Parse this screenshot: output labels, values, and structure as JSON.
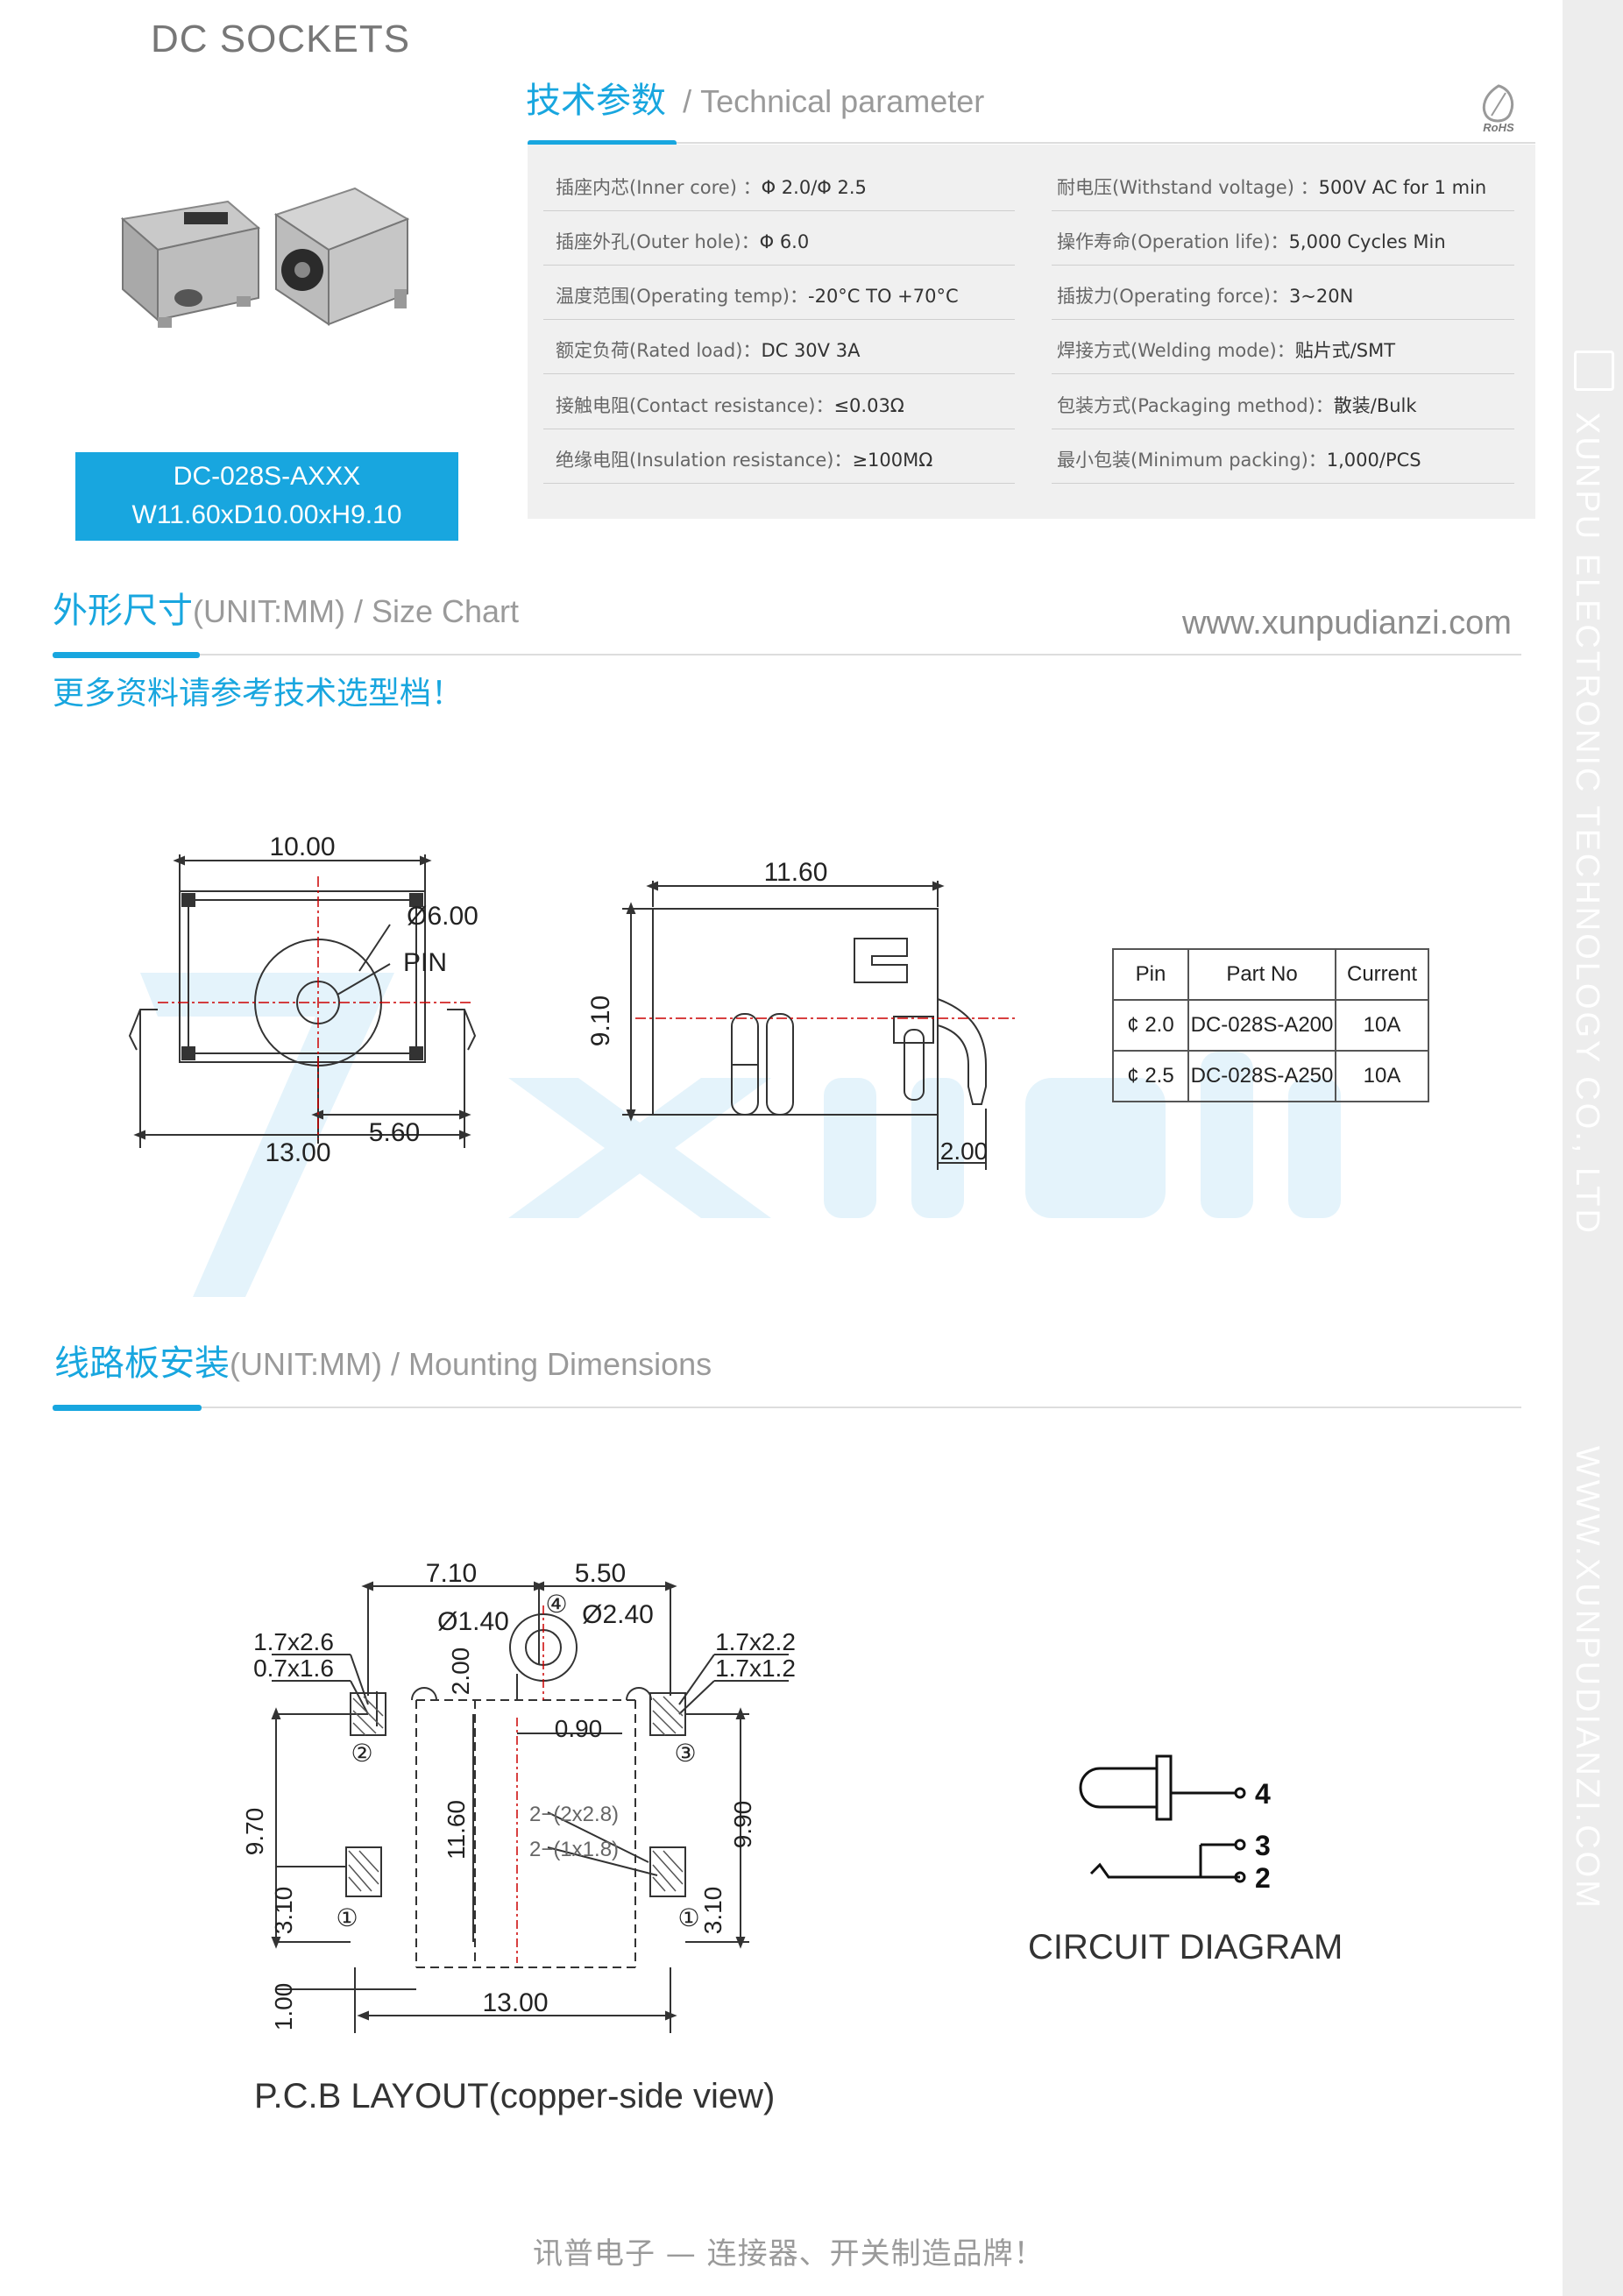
{
  "brand_title": "DC SOCKETS",
  "tech_section": {
    "cn": "技术参数",
    "en": "/ Technical parameter"
  },
  "rohs_label": "RoHS",
  "params_left": [
    {
      "label": "插座内芯(Inner core) ：",
      "value": "Φ 2.0/Φ 2.5"
    },
    {
      "label": "插座外孔(Outer hole)：",
      "value": "Φ 6.0"
    },
    {
      "label": "温度范围(Operating temp)：",
      "value": "-20°C TO +70°C"
    },
    {
      "label": "额定负荷(Rated load)：",
      "value": "DC 30V 3A"
    },
    {
      "label": "接触电阻(Contact resistance)：",
      "value": "≤0.03Ω"
    },
    {
      "label": "绝缘电阻(Insulation resistance)：",
      "value": "≥100MΩ"
    }
  ],
  "params_right": [
    {
      "label": "耐电压(Withstand voltage) ：",
      "value": "500V AC for 1 min"
    },
    {
      "label": "操作寿命(Operation life)：",
      "value": "5,000 Cycles Min"
    },
    {
      "label": "插拔力(Operating force)：",
      "value": "3~20N"
    },
    {
      "label": "焊接方式(Welding mode)：",
      "value": "贴片式/SMT"
    },
    {
      "label": "包装方式(Packaging method)：",
      "value": "散装/Bulk"
    },
    {
      "label": "最小包装(Minimum packing)：",
      "value": "1,000/PCS"
    }
  ],
  "model": {
    "name": "DC-028S-AXXX",
    "size": "W11.60xD10.00xH9.10"
  },
  "size_section": {
    "cn": "外形尺寸",
    "en": "(UNIT:MM) / Size Chart"
  },
  "website": "www.xunpudianzi.com",
  "note": "更多资料请参考技术选型档！",
  "side_text_company": "XUNPU ELECTRONIC TECHNOLOGY CO., LTD",
  "side_text_web": "WWW.XUNPUDIANZI.COM",
  "front_view": {
    "width": "10.00",
    "hole": "Ø6.00",
    "pin": "PIN",
    "pin_offset": "5.60",
    "total": "13.00"
  },
  "side_view": {
    "length": "11.60",
    "height": "9.10",
    "offset": "2.00"
  },
  "pin_table": {
    "headers": [
      "Pin",
      "Part No",
      "Current"
    ],
    "rows": [
      [
        "¢ 2.0",
        "DC-028S-A200",
        "10A"
      ],
      [
        "¢ 2.5",
        "DC-028S-A250",
        "10A"
      ]
    ]
  },
  "mount_section": {
    "cn": "线路板安装",
    "en": "(UNIT:MM) / Mounting Dimensions"
  },
  "pcb": {
    "dim_left_top": "7.10",
    "dim_right_top": "5.50",
    "hole_small": "Ø1.40",
    "hole_large": "Ø2.40",
    "pad_top_left_a": "1.7x2.6",
    "pad_top_left_b": "0.7x1.6",
    "pad_top_right_a": "1.7x2.2",
    "pad_top_right_b": "1.7x1.2",
    "dim_200": "2.00",
    "dim_090": "0.90",
    "dim_970": "9.70",
    "dim_1160": "11.60",
    "dim_990": "9.90",
    "note_a": "2−(2x2.8)",
    "note_b": "2−(1x1.8)",
    "dim_310_left": "3.10",
    "dim_310_right": "3.10",
    "dim_100": "1.00",
    "dim_1300": "13.00",
    "pin_1": "①",
    "pin_2": "②",
    "pin_3": "③",
    "pin_4": "④",
    "layout_label": "P.C.B LAYOUT(copper-side view)"
  },
  "circuit": {
    "pin4": "4",
    "pin3": "3",
    "pin2": "2",
    "label": "CIRCUIT DIAGRAM"
  },
  "footer": "讯普电子 — 连接器、开关制造品牌！",
  "colors": {
    "accent": "#18a6df",
    "side": "#ededed"
  }
}
